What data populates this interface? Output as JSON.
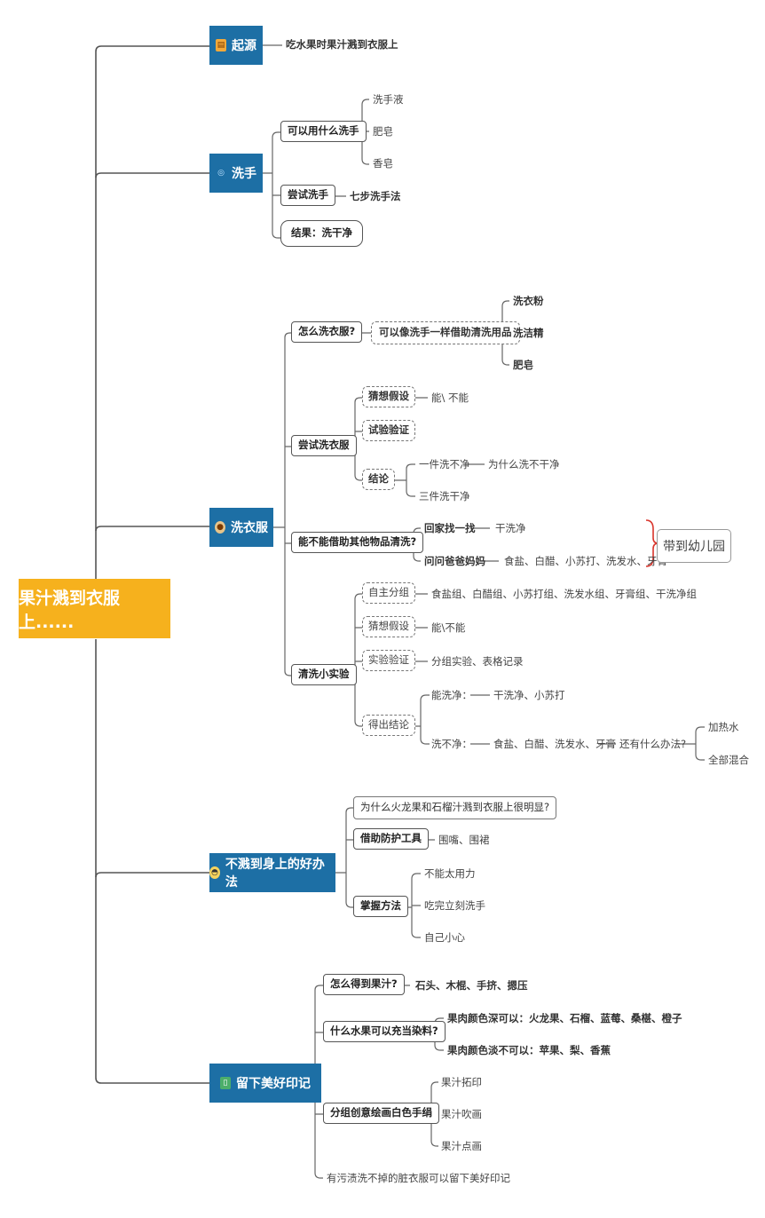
{
  "root": "果汁溅到衣服上......",
  "origin": {
    "label": "起源",
    "icon": "book-icon",
    "leaf": "吃水果时果汁溅到衣服上"
  },
  "handwash": {
    "label": "洗手",
    "icon": "target-icon",
    "q": "可以用什么洗手",
    "items": [
      "洗手液",
      "肥皂",
      "香皂"
    ],
    "try": "尝试洗手",
    "method": "七步洗手法",
    "result": "结果：洗干净"
  },
  "clothes": {
    "label": "洗衣服",
    "icon": "badge-icon",
    "how": "怎么洗衣服?",
    "borrow": "可以像洗手一样借助清洗用品",
    "borrow_items": [
      "洗衣粉",
      "洗洁精",
      "肥皂"
    ],
    "try": "尝试洗衣服",
    "guess": "猜想假设",
    "guess_ans": "能\\ 不能",
    "verify": "试验验证",
    "concl": "结论",
    "c1": "一件洗不净",
    "c1_why": "为什么洗不干净",
    "c2": "三件洗干净",
    "other": "能不能借助其他物品清洗?",
    "home": "回家找一找",
    "home_ans": "干洗净",
    "ask": "问问爸爸妈妈",
    "ask_ans": "食盐、白醋、小苏打、洗发水、牙膏",
    "kinder": "带到幼儿园",
    "exp": "清洗小实验",
    "e1": "自主分组",
    "e1_ans": "食盐组、白醋组、小苏打组、洗发水组、牙膏组、干洗净组",
    "e2": "猜想假设",
    "e2_ans": "能\\不能",
    "e3": "实验验证",
    "e3_ans": "分组实验、表格记录",
    "e4": "得出结论",
    "can": "能洗净：",
    "can_ans": "干洗净、小苏打",
    "cannot": "洗不净：",
    "cannot_ans": "食盐、白醋、洗发水、牙膏",
    "else": "还有什么办法?",
    "else_items": [
      "加热水",
      "全部混合"
    ]
  },
  "prevent": {
    "label": "不溅到身上的好办法",
    "icon": "smile-icon",
    "why": "为什么火龙果和石榴汁溅到衣服上很明显?",
    "tools": "借助防护工具",
    "tools_ans": "围嘴、围裙",
    "method": "掌握方法",
    "m_items": [
      "不能太用力",
      "吃完立刻洗手",
      "自己小心"
    ]
  },
  "memory": {
    "label": "留下美好印记",
    "icon": "phone-icon",
    "get": "怎么得到果汁?",
    "get_ans": "石头、木棍、手挤、摁压",
    "which": "什么水果可以充当染料?",
    "deep": "果肉颜色深可以：火龙果、石榴、蓝莓、桑椹、橙子",
    "light": "果肉颜色淡不可以：苹果、梨、香蕉",
    "paint": "分组创意绘画白色手绢",
    "p_items": [
      "果汁拓印",
      "果汁吹画",
      "果汁点画"
    ],
    "last": "有污渍洗不掉的脏衣服可以留下美好印记"
  },
  "colors": {
    "root": "#f6b11d",
    "main": "#1d6fa5",
    "brace": "#d9342b"
  }
}
